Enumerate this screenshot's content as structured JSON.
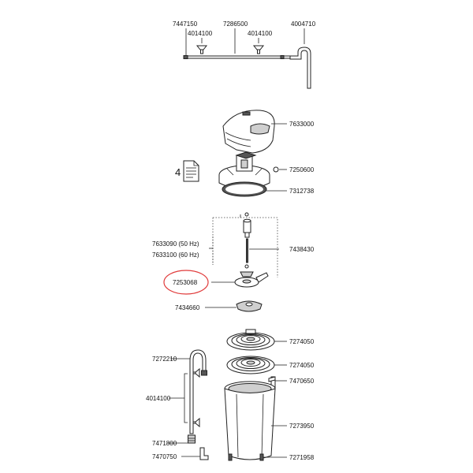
{
  "parts": {
    "p7447150": "7447150",
    "p7286500": "7286500",
    "p4004710": "4004710",
    "p4014100_a": "4014100",
    "p4014100_b": "4014100",
    "p7633000": "7633000",
    "p7250600": "7250600",
    "p7312738": "7312738",
    "manual_number": "4",
    "p7633090": "7633090 (50 Hz)",
    "p7633100": "7633100 (60 Hz)",
    "p7438430": "7438430",
    "p7253068": "7253068",
    "p7434660": "7434660",
    "p7274050_a": "7274050",
    "p7274050_b": "7274050",
    "p7272210": "7272210",
    "p7470650": "7470650",
    "p4014100_c": "4014100",
    "p7273950": "7273950",
    "p7471800": "7471800",
    "p7470750": "7470750",
    "p7271958": "7271958"
  },
  "colors": {
    "highlight_circle": "#e03a3a",
    "line": "#222222"
  }
}
